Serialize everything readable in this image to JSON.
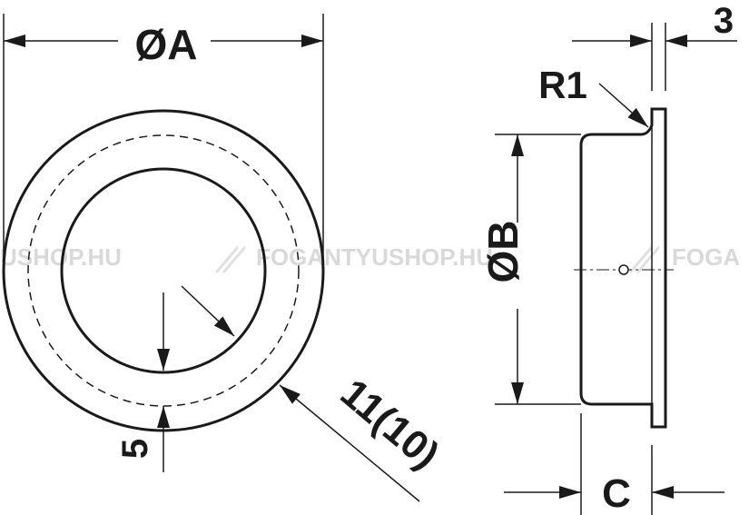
{
  "watermark": {
    "left_fragment": "USHOP.HU",
    "center_text": "FOGANTYUSHOP.HU",
    "right_fragment": "FOGA"
  },
  "labels": {
    "dia_a": "ØA",
    "dia_b": "ØB",
    "radius": "R1",
    "flange": "3",
    "depth": "C",
    "rim": "5",
    "thickness": "11(10)"
  },
  "colors": {
    "line": "#1a1a1a",
    "watermark": "#d9d9d9",
    "background": "#ffffff"
  }
}
